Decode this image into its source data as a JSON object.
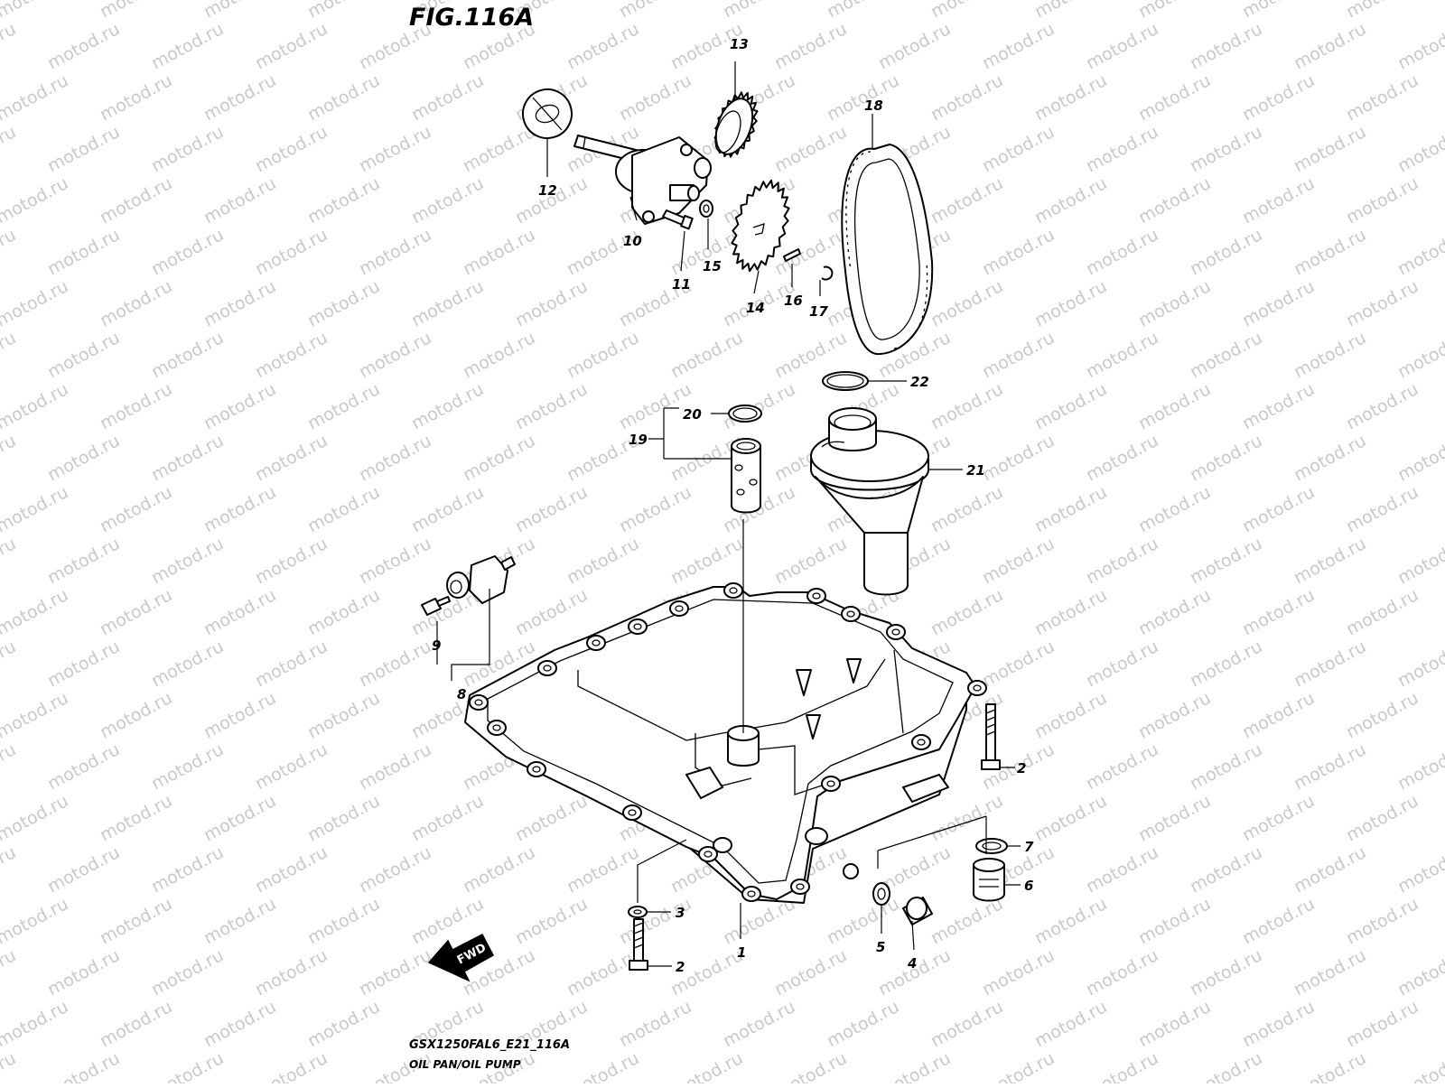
{
  "figure": {
    "title": "FIG.116A",
    "drawing_code": "GSX1250FAL6_E21_116A",
    "caption": "OIL PAN/OIL PUMP",
    "fwd_label": "FWD"
  },
  "watermark": {
    "text": "motod.ru"
  },
  "callouts": [
    {
      "id": "c1",
      "label": "1"
    },
    {
      "id": "c2a",
      "label": "2"
    },
    {
      "id": "c2b",
      "label": "2"
    },
    {
      "id": "c3",
      "label": "3"
    },
    {
      "id": "c4",
      "label": "4"
    },
    {
      "id": "c5",
      "label": "5"
    },
    {
      "id": "c6",
      "label": "6"
    },
    {
      "id": "c7",
      "label": "7"
    },
    {
      "id": "c8",
      "label": "8"
    },
    {
      "id": "c9",
      "label": "9"
    },
    {
      "id": "c10",
      "label": "10"
    },
    {
      "id": "c11",
      "label": "11"
    },
    {
      "id": "c12",
      "label": "12"
    },
    {
      "id": "c13",
      "label": "13"
    },
    {
      "id": "c14",
      "label": "14"
    },
    {
      "id": "c15",
      "label": "15"
    },
    {
      "id": "c16",
      "label": "16"
    },
    {
      "id": "c17",
      "label": "17"
    },
    {
      "id": "c18",
      "label": "18"
    },
    {
      "id": "c19",
      "label": "19"
    },
    {
      "id": "c20",
      "label": "20"
    },
    {
      "id": "c21",
      "label": "21"
    },
    {
      "id": "c22",
      "label": "22"
    }
  ]
}
